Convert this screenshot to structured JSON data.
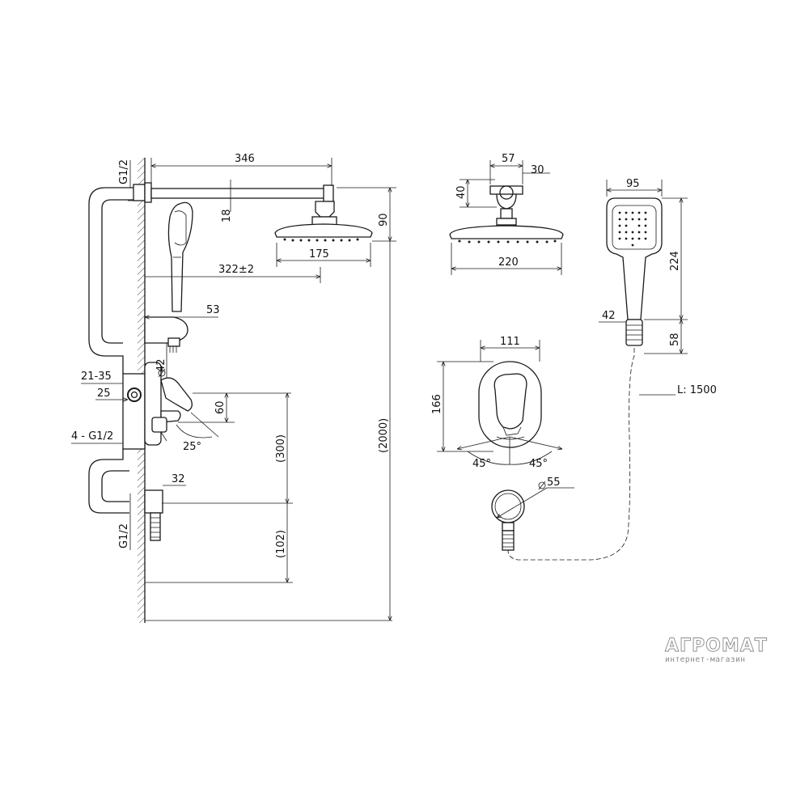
{
  "dimensions": {
    "arm_length": "346",
    "arm_dia": "18",
    "head_drop": "90",
    "head_width_side": "175",
    "hand_shower_pos": "322±2",
    "holder_proj": "53",
    "spout_dia": "42",
    "wall_range": "21-35",
    "body_offset": "25",
    "lever_height": "60",
    "inlet_count": "4 - G1/2",
    "lever_angle": "25°",
    "mixer_height": "(300)",
    "outlet_height": "(102)",
    "total_height": "(2000)",
    "outlet_proj": "32",
    "top_thread": "G1/2",
    "bottom_thread": "G1/2",
    "bracket_width": "57",
    "bracket_offset": "30",
    "bracket_height": "40",
    "head_diameter": "220",
    "hand_width": "95",
    "hand_length": "224",
    "hand_handle_dia": "42",
    "hand_neck": "58",
    "plate_width": "111",
    "plate_height": "166",
    "angle_left": "45°",
    "angle_right": "45°",
    "outlet_dia": "55",
    "hose_length": "L: 1500"
  },
  "watermark": {
    "brand": "АГРОМАТ",
    "subtitle": "интернет-магазин"
  }
}
